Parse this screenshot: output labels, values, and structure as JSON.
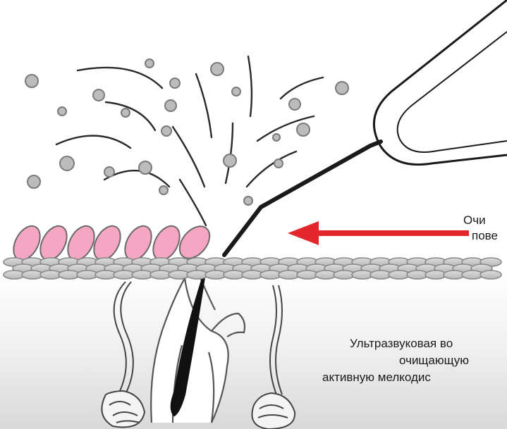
{
  "labels": {
    "surface_label": {
      "line1": "Очи",
      "line2": "пове"
    },
    "wave_label": {
      "line1": "Ультразвуковая во",
      "line2": "очищающую",
      "line3": "активную мелкодис"
    }
  },
  "colors": {
    "arrow": "#e3262b",
    "scale_fill": "#f4a6c3",
    "skin_cells": "#c8c8c8",
    "particles": "#bcbcbc",
    "ink": "#1a1a1a"
  },
  "icons": {
    "probe": "ultrasonic-probe-icon",
    "arrow": "left-arrow-icon",
    "hair": "hair-follicle-icon",
    "gland": "sebaceous-gland-icon"
  }
}
